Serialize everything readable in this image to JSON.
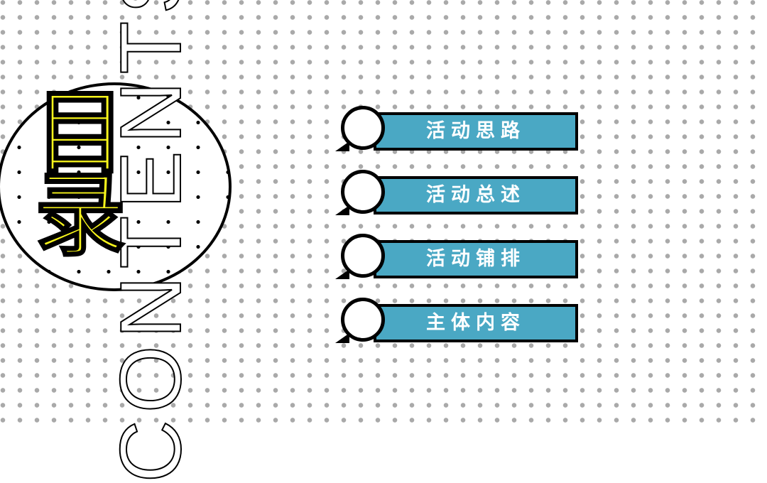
{
  "slide": {
    "title": "目录",
    "subtitle_vertical": "CONTENTS",
    "menu": [
      {
        "label": "活动思路"
      },
      {
        "label": "活动总述"
      },
      {
        "label": "活动铺排"
      },
      {
        "label": "主体内容"
      }
    ],
    "colors": {
      "accent_blue": "#4aa8c4",
      "title_yellow": "#f7f51b",
      "dot_grey": "#a9a9a9"
    }
  }
}
